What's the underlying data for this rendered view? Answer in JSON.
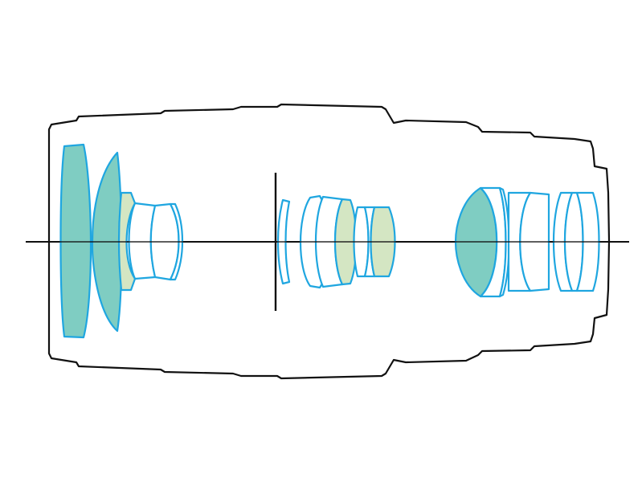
{
  "diagram": {
    "kind": "lens-construction-cross-section",
    "colors": {
      "background": "#ffffff",
      "barrel_outline": "#111111",
      "optical_axis": "#111111",
      "aperture_stop": "#111111",
      "element_outline": "#1fa6e0",
      "special_element_fill": "#7fcdc2",
      "aspherical_element_fill": "#d4e6c3",
      "standard_element_fill": "#ffffff"
    },
    "groups": [
      {
        "name": "front-group",
        "element_count": 5,
        "special_elements": 2,
        "aspherical_elements": 1
      },
      {
        "name": "middle-group",
        "element_count": 7,
        "aspherical_elements": 2
      },
      {
        "name": "rear-group",
        "element_count": 7,
        "special_elements": 1
      }
    ],
    "text_labels": []
  }
}
